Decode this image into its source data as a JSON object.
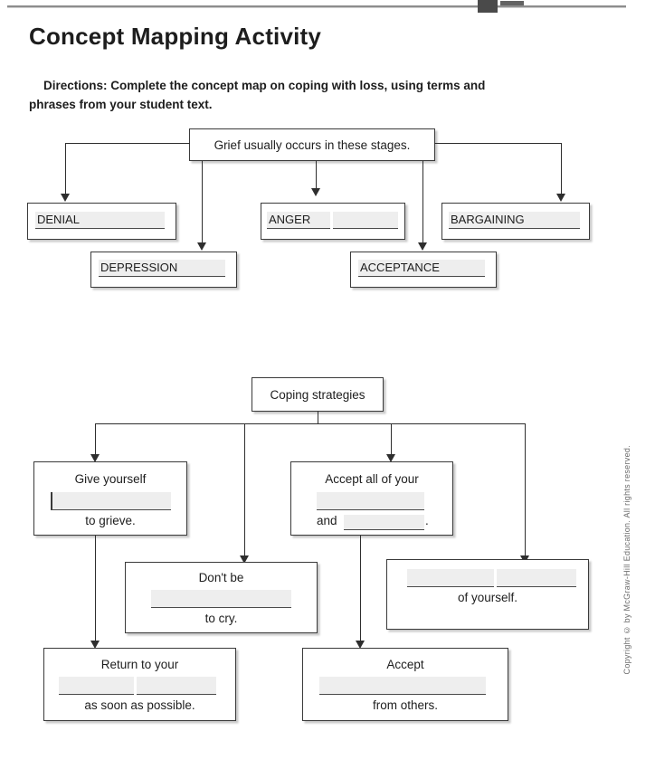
{
  "page": {
    "title": "Concept Mapping Activity",
    "directions_line1": "Directions: Complete the concept map on coping with loss, using",
    "directions_line2": "terms and phrases from your student text.",
    "copyright": "Copyright © by McGraw-Hill Education. All rights reserved."
  },
  "map_grief": {
    "root_label": "Grief usually occurs in these stages.",
    "stages": [
      {
        "label": "DENIAL"
      },
      {
        "label": "DEPRESSION"
      },
      {
        "label": "ANGER"
      },
      {
        "label": "ACCEPTANCE"
      },
      {
        "label": "BARGAINING"
      }
    ]
  },
  "map_coping": {
    "root_label": "Coping strategies",
    "boxes": [
      {
        "id": "give-yourself",
        "line1": "Give yourself",
        "line3": "to grieve."
      },
      {
        "id": "accept-all-of-your",
        "line1": "Accept all of your",
        "line3_prefix": "and",
        "line3_suffix": "."
      },
      {
        "id": "dont-be",
        "line1": "Don't be",
        "line3": "to cry."
      },
      {
        "id": "of-yourself",
        "line3": "of yourself."
      },
      {
        "id": "return-to-your",
        "line1": "Return to your",
        "line3": "as soon as possible."
      },
      {
        "id": "accept-from-others",
        "line1": "Accept",
        "line3": "from others."
      }
    ]
  },
  "colors": {
    "blank_fill": "#eeeeee",
    "line": "#2e2e2e",
    "border": "#3a3a3a",
    "text": "#1d1d1d"
  }
}
